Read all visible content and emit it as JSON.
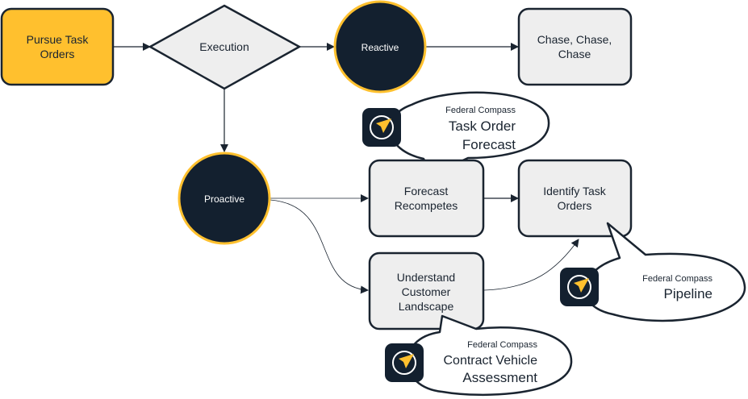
{
  "nodes": {
    "pursue": [
      "Pursue Task",
      "Orders"
    ],
    "execution": "Execution",
    "reactive": "Reactive",
    "chase": [
      "Chase, Chase,",
      "Chase"
    ],
    "proactive": "Proactive",
    "forecast": [
      "Forecast",
      "Recompetes"
    ],
    "identify": [
      "Identify Task",
      "Orders"
    ],
    "understand": [
      "Understand",
      "Customer",
      "Landscape"
    ]
  },
  "callouts": {
    "forecast": {
      "brand": "Federal Compass",
      "title": [
        "Task Order",
        "Forecast"
      ]
    },
    "pipeline": {
      "brand": "Federal Compass",
      "title": [
        "Pipeline"
      ]
    },
    "vehicle": {
      "brand": "Federal Compass",
      "title": [
        "Contract Vehicle",
        "Assessment"
      ]
    }
  },
  "icons": [
    "compass-icon"
  ],
  "colors": {
    "accent": "#FFC02E",
    "dark": "#13202F",
    "box_fill": "#EEEEEE",
    "stroke": "#1A2430"
  }
}
